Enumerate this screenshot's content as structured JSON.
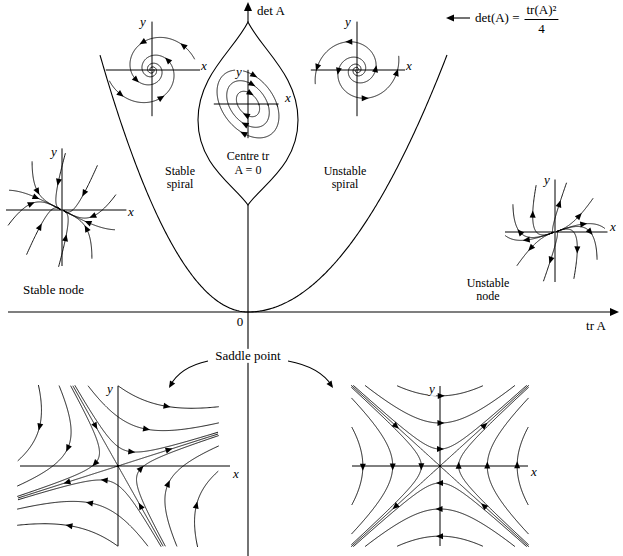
{
  "diagram": {
    "nodes": [
      {
        "text": [
          "Centre tr A = 0"
        ]
      }
    ],
    "labels": [
      "det A",
      "tr A",
      "0",
      "Stable spiral",
      "Unstable spiral",
      "Stable node",
      "Unstable node",
      "Saddle point",
      "det(A) =",
      "tr(A)²",
      "4",
      "y",
      "x",
      "y",
      "x",
      "y",
      "x",
      "y",
      "x",
      "y",
      "x",
      "y",
      "x",
      "y",
      "x"
    ]
  }
}
